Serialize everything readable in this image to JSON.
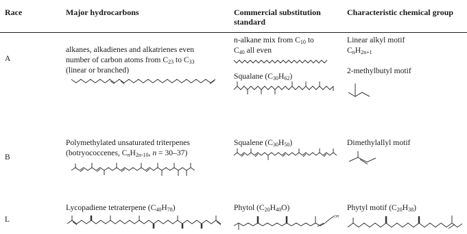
{
  "table": {
    "headers": {
      "race": "Race",
      "hydrocarbons": "Major hydrocarbons",
      "standard_line1": "Commercial substitution",
      "standard_line2": "standard",
      "group": "Characteristic chemical group"
    },
    "rows": [
      {
        "race": "A",
        "hydro_line1": "alkanes, alkadienes and alkatrienes even",
        "hydro_line2_pre": "number of carbon atoms from C",
        "hydro_line2_sub1": "23",
        "hydro_line2_mid": " to C",
        "hydro_line2_sub2": "33",
        "hydro_line3": "(linear or branched)",
        "std1_line1": "n-alkane mix from C",
        "std1_line1_sub": "10",
        "std1_line1_post": " to",
        "std1_line2_pre": "C",
        "std1_line2_sub": "40",
        "std1_line2_post": " all even",
        "std2_pre": "Squalane (C",
        "std2_sub1": "30",
        "std2_mid": "H",
        "std2_sub2": "62",
        "std2_post": ")",
        "grp1_line1": "Linear alkyl motif",
        "grp1_line2_pre": "C",
        "grp1_line2_sub1": "n",
        "grp1_line2_mid": "H",
        "grp1_line2_sub2": "2n+1",
        "grp2": "2-methylbutyl motif"
      },
      {
        "race": "B",
        "hydro_line1": "Polymethylated unsaturated triterpenes",
        "hydro_line2_pre": "(botryococcenes, C",
        "hydro_line2_sub1": "n",
        "hydro_line2_mid": "H",
        "hydro_line2_sub2": "2n-10",
        "hydro_line2_sep": ", ",
        "hydro_line2_n": "n",
        "hydro_line2_post": " = 30–37)",
        "std_pre": "Squalene (C",
        "std_sub1": "30",
        "std_mid": "H",
        "std_sub2": "50",
        "std_post": ")",
        "grp": "Dimethylallyl motif"
      },
      {
        "race": "L",
        "hydro_pre": "Lycopadiene tetraterpene (C",
        "hydro_sub1": "40",
        "hydro_mid": "H",
        "hydro_sub2": "78",
        "hydro_post": ")",
        "std_pre": "Phytol (C",
        "std_sub1": "20",
        "std_mid": "H",
        "std_sub2": "40",
        "std_post": "O)",
        "std_oh": "OH",
        "grp_pre": "Phytyl motif (C",
        "grp_sub1": "20",
        "grp_mid": "H",
        "grp_sub2": "38",
        "grp_post": ")"
      }
    ]
  }
}
